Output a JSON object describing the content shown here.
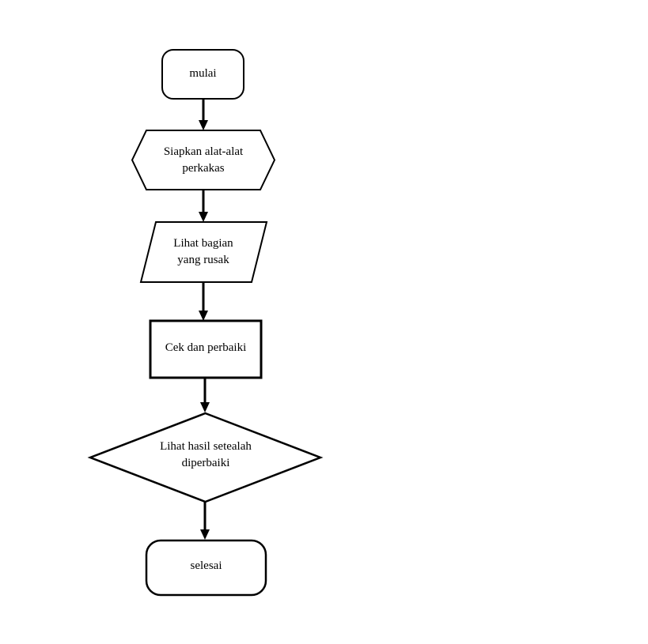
{
  "diagram": {
    "type": "flowchart",
    "background_color": "#ffffff",
    "stroke_color": "#000000",
    "fill_color": "#ffffff",
    "nodes": [
      {
        "id": "start",
        "shape": "rounded-rectangle",
        "label": "mulai"
      },
      {
        "id": "prepare-tools",
        "shape": "hexagon",
        "label": "Siapkan alat-alat perkakas"
      },
      {
        "id": "inspect-damaged-part",
        "shape": "parallelogram",
        "label": "Lihat bagian yang rusak"
      },
      {
        "id": "check-and-repair",
        "shape": "rectangle",
        "label": "Cek dan perbaiki"
      },
      {
        "id": "review-after-repair",
        "shape": "diamond",
        "label": "Lihat hasil setealah diperbaiki"
      },
      {
        "id": "end",
        "shape": "rounded-rectangle",
        "label": "selesai"
      }
    ],
    "edges": [
      {
        "from": "start",
        "to": "prepare-tools",
        "label": ""
      },
      {
        "from": "prepare-tools",
        "to": "inspect-damaged-part",
        "label": ""
      },
      {
        "from": "inspect-damaged-part",
        "to": "check-and-repair",
        "label": ""
      },
      {
        "from": "check-and-repair",
        "to": "review-after-repair",
        "label": ""
      },
      {
        "from": "review-after-repair",
        "to": "end",
        "label": ""
      }
    ]
  }
}
